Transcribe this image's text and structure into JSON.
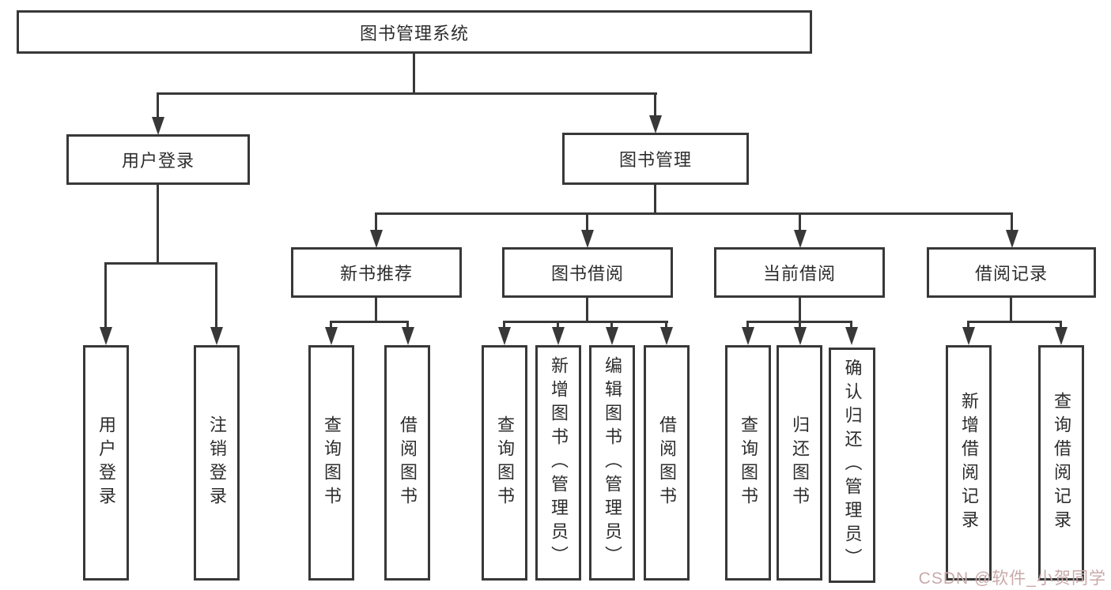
{
  "diagram": {
    "title": "图书管理系统",
    "type": "hierarchy-tree",
    "colors": {
      "line": "#383838",
      "text": "#2d2d2d",
      "background": "#ffffff",
      "watermark_color": "#c9a9a9"
    },
    "nodes": {
      "root": "图书管理系统",
      "user_login": "用户登录",
      "book_mgmt": "图书管理",
      "new_book_rec": "新书推荐",
      "book_borrow": "图书借阅",
      "current_borrow": "当前借阅",
      "borrow_records": "借阅记录",
      "ul_login": "用户登录",
      "ul_logout": "注销登录",
      "nb_query": "查询图书",
      "nb_borrow": "借阅图书",
      "bb_query": "查询图书",
      "bb_add": "新增图书（管理员）",
      "bb_edit": "编辑图书（管理员）",
      "bb_borrow": "借阅图书",
      "cb_query": "查询图书",
      "cb_return": "归还图书",
      "cb_confirm": "确认归还（管理员）",
      "br_add": "新增借阅记录",
      "br_query": "查询借阅记录"
    },
    "tree": {
      "图书管理系统": {
        "用户登录": [
          "用户登录",
          "注销登录"
        ],
        "图书管理": {
          "新书推荐": [
            "查询图书",
            "借阅图书"
          ],
          "图书借阅": [
            "查询图书",
            "新增图书（管理员）",
            "编辑图书（管理员）",
            "借阅图书"
          ],
          "当前借阅": [
            "查询图书",
            "归还图书",
            "确认归还（管理员）"
          ],
          "借阅记录": [
            "新增借阅记录",
            "查询借阅记录"
          ]
        }
      }
    },
    "watermark": "CSDN @软件_小贺同学"
  }
}
